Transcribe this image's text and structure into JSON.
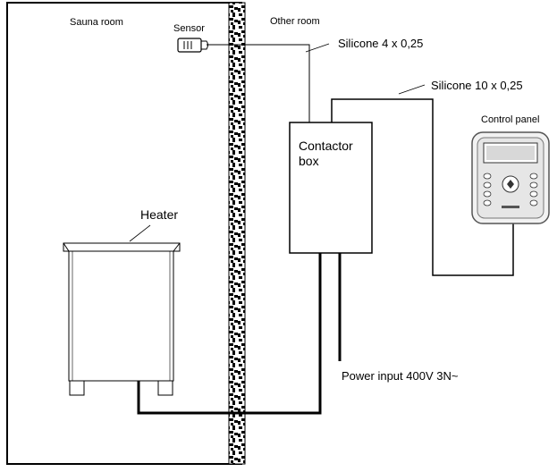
{
  "labels": {
    "sauna_room": "Sauna room",
    "other_room": "Other room",
    "sensor": "Sensor",
    "silicone_4": "Silicone 4 x 0,25",
    "silicone_10": "Silicone 10 x 0,25",
    "control_panel": "Control panel",
    "contactor_line1": "Contactor",
    "contactor_line2": "box",
    "heater": "Heater",
    "power_input": "Power input 400V 3N~"
  }
}
